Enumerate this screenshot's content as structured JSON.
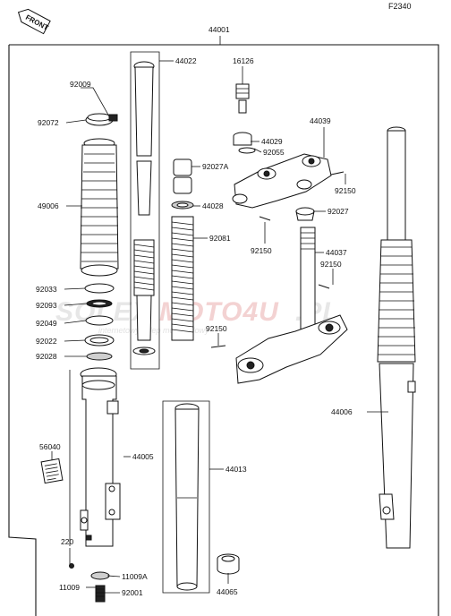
{
  "figure_code": "F2340",
  "front_label": "FRONT",
  "watermark": {
    "brand_left": "SOLEX",
    "brand_red": "MOTO4U",
    "brand_tld": ".PL",
    "tagline": "internetowy sklep motocyklowy"
  },
  "parts": {
    "p44001": "44001",
    "p44022": "44022",
    "p92009": "92009",
    "p92072": "92072",
    "p49006": "49006",
    "p92033": "92033",
    "p92093": "92093",
    "p92049": "92049",
    "p92022": "92022",
    "p92028": "92028",
    "p56040": "56040",
    "p44005": "44005",
    "p220": "220",
    "p11009": "11009",
    "p11009A": "11009A",
    "p92001": "92001",
    "p16126": "16126",
    "p44029": "44029",
    "p92055": "92055",
    "p44039": "44039",
    "p92027A": "92027A",
    "p44028": "44028",
    "p92081": "92081",
    "p92150_a": "92150",
    "p92027": "92027",
    "p92150_b": "92150",
    "p44037": "44037",
    "p92150_c": "92150",
    "p92150_d": "92150",
    "p44006": "44006",
    "p44013": "44013",
    "p44065": "44065"
  }
}
